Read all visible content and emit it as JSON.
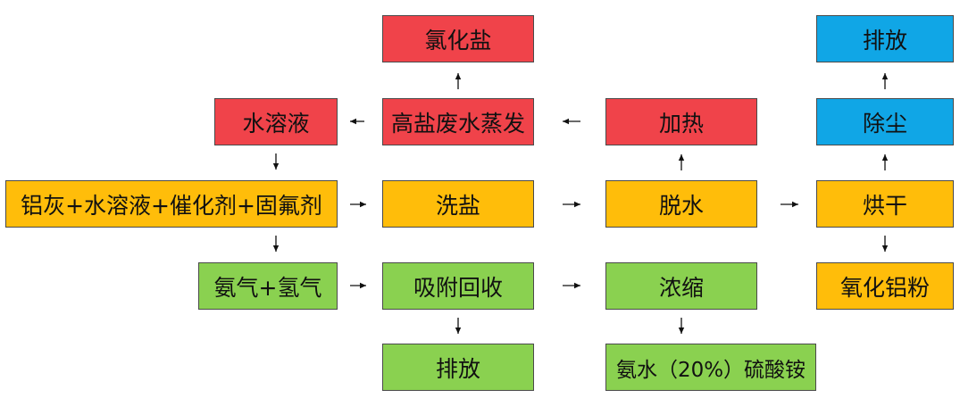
{
  "colors": {
    "red": "#f0434a",
    "blue": "#10a6e6",
    "orange": "#ffbd0a",
    "green": "#8ad150",
    "arrow": "#111111"
  },
  "nodes": {
    "chloride_salt": "氯化盐",
    "emission_top": "排放",
    "aqueous_solution": "水溶液",
    "high_salt_evaporation": "高盐废水蒸发",
    "heating": "加热",
    "dust_removal": "除尘",
    "raw_materials": "铝灰+水溶液+催化剂+固氟剂",
    "salt_washing": "洗盐",
    "dewatering": "脱水",
    "drying": "烘干",
    "ammonia_hydrogen": "氨气+氢气",
    "adsorption_recovery": "吸附回收",
    "concentration": "浓缩",
    "alumina_powder": "氧化铝粉",
    "emission_bottom": "排放",
    "ammonia_water_product": "氨水（20%）硫酸铵"
  }
}
